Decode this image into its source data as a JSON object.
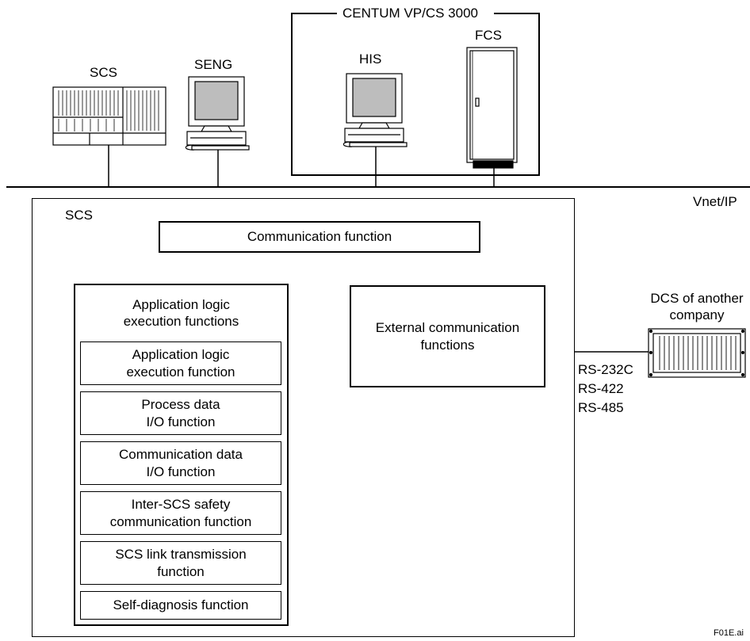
{
  "top": {
    "centum_title": "CENTUM VP/CS 3000",
    "scs_label": "SCS",
    "seng_label": "SENG",
    "his_label": "HIS",
    "fcs_label": "FCS",
    "network_label": "Vnet/IP"
  },
  "scs_block": {
    "title": "SCS",
    "communication_function": "Communication function",
    "app_logic_group": {
      "title_line1": "Application logic",
      "title_line2": "execution functions",
      "items": [
        {
          "line1": "Application logic",
          "line2": "execution function"
        },
        {
          "line1": "Process data",
          "line2": "I/O function"
        },
        {
          "line1": "Communication data",
          "line2": "I/O function"
        },
        {
          "line1": "Inter-SCS safety",
          "line2": "communication function"
        },
        {
          "line1": "SCS link transmission",
          "line2": "function"
        },
        {
          "line1": "Self-diagnosis function",
          "line2": ""
        }
      ]
    },
    "external_comm_line1": "External communication",
    "external_comm_line2": "functions"
  },
  "dcs": {
    "label_line1": "DCS of another",
    "label_line2": "company",
    "protocols": [
      "RS-232C",
      "RS-422",
      "RS-485"
    ]
  },
  "figure_id": "F01E.ai"
}
